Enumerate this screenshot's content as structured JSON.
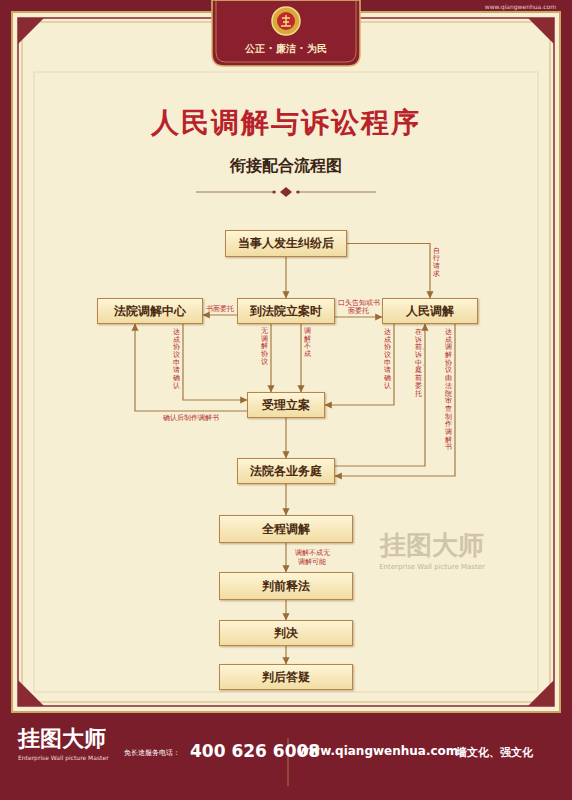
{
  "diagram": {
    "title": "人民调解与诉讼程序",
    "nodes": [
      {
        "text": [
          "当事人发生纠纷后"
        ]
      },
      {
        "text": [
          "法院调解中心"
        ]
      },
      {
        "text": [
          "到法院立案时"
        ]
      },
      {
        "text": [
          "人民调解"
        ]
      },
      {
        "text": [
          "受理立案"
        ]
      },
      {
        "text": [
          "法院各业务庭"
        ]
      },
      {
        "text": [
          "全程调解"
        ]
      },
      {
        "text": [
          "判前释法"
        ]
      },
      {
        "text": [
          "判决"
        ]
      },
      {
        "text": [
          "判后答疑"
        ]
      }
    ],
    "edges": [
      {
        "from": 0,
        "to": 2,
        "arrow": "to"
      },
      {
        "from": 0,
        "to": 3,
        "label": "自行请求",
        "arrow": "to"
      },
      {
        "from": 2,
        "to": 1,
        "label": "书面委托",
        "arrow": "to"
      },
      {
        "from": 2,
        "to": 3,
        "label": "口头告知或书面委托",
        "arrow": "to"
      },
      {
        "from": 1,
        "to": 4,
        "label": "达成协议申请确认",
        "arrow": "to"
      },
      {
        "from": 2,
        "to": 4,
        "label": "无调解协议",
        "arrow": "to"
      },
      {
        "from": 2,
        "to": 4,
        "label": "调解不成",
        "arrow": "to"
      },
      {
        "from": 3,
        "to": 4,
        "label": "达成协议申请确认",
        "arrow": "to"
      },
      {
        "from": 4,
        "to": 1,
        "label": "确认后制作调解书",
        "arrow": "to"
      },
      {
        "from": 4,
        "to": 5,
        "arrow": "to"
      },
      {
        "from": 3,
        "to": 5,
        "label": "达成调解协议由法院审查制作调解书",
        "arrow": "to"
      },
      {
        "from": 5,
        "to": 3,
        "label": "在诉前、诉中、庭前委托",
        "arrow": "to"
      },
      {
        "from": 5,
        "to": 6,
        "arrow": "to"
      },
      {
        "from": 6,
        "to": 7,
        "label": "调解不成无调解可能",
        "arrow": "to"
      },
      {
        "from": 7,
        "to": 8,
        "arrow": "to"
      },
      {
        "from": 8,
        "to": 9,
        "arrow": "to"
      }
    ],
    "labels": [
      "衔接配合流程图",
      "公正 · 廉洁 · 为民",
      "www.qiangwenhua.com",
      "挂图大师",
      "Enterprise Wall picture Master",
      "挂图大师",
      "Enterprise Wall picture Master",
      "免长途服务电话：",
      "400 626 6008",
      "www.qiangwenhua.com",
      "墙文化、强文化"
    ]
  }
}
